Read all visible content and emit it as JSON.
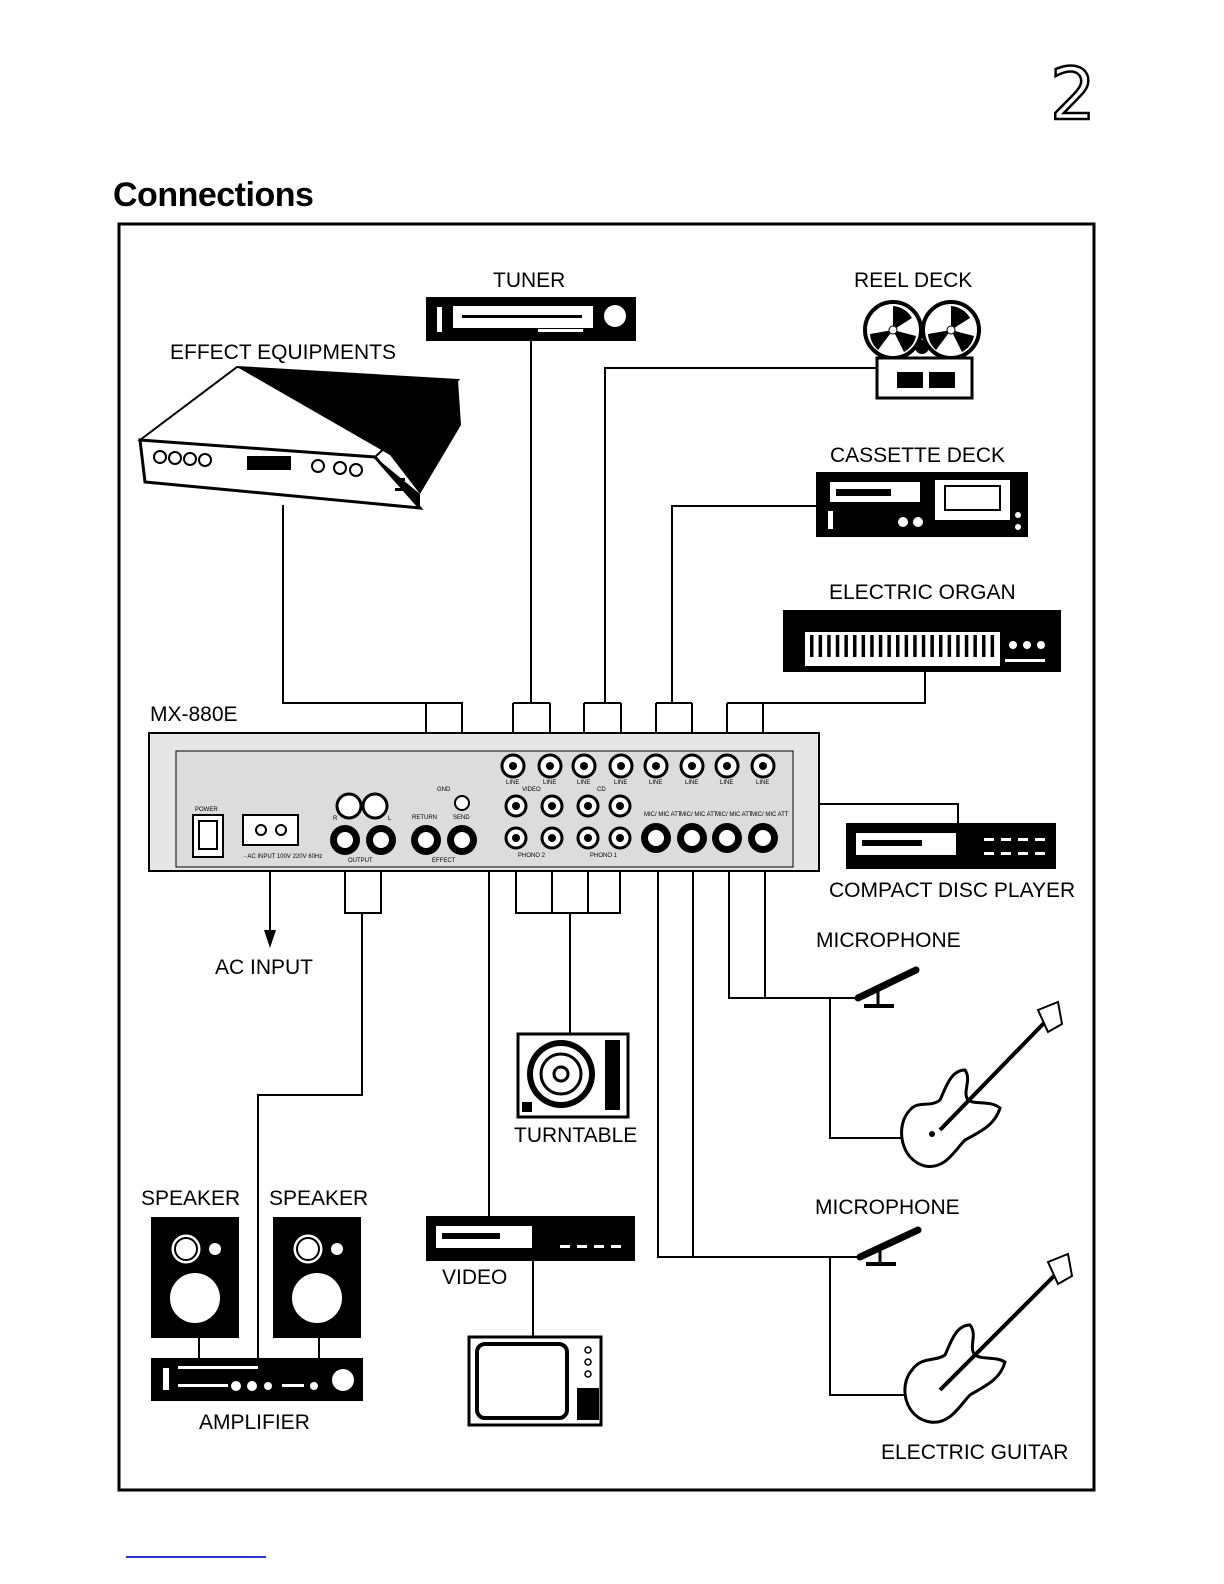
{
  "page": {
    "number": "2",
    "title": "Connections"
  },
  "mixer": {
    "model": "MX-880E",
    "power_label": "POWER",
    "ac_input_label": "- AC INPUT\n100V 220V 60Hz",
    "output_label": "OUTPUT",
    "r_label": "R",
    "l_label": "L",
    "return_label": "RETURN",
    "send_label": "SEND",
    "effect_label": "EFFECT",
    "gnd_label": "GND",
    "video_label": "VIDEO",
    "cd_label": "CD",
    "phono2_label": "PHONO 2",
    "phono1_label": "PHONO 1",
    "line_labels": [
      "LINE",
      "LINE",
      "LINE",
      "LINE",
      "LINE",
      "LINE",
      "LINE",
      "LINE"
    ],
    "mic_labels": [
      "MIC/ MIC ATT",
      "MIC/ MIC ATT",
      "MIC/ MIC ATT",
      "MIC/ MIC ATT"
    ]
  },
  "devices": {
    "tuner": "TUNER",
    "reel_deck": "REEL DECK",
    "effect_equipments": "EFFECT  EQUIPMENTS",
    "cassette_deck": "CASSETTE DECK",
    "electric_organ": "ELECTRIC ORGAN",
    "compact_disc_player": "COMPACT DISC PLAYER",
    "microphone_1": "MICROPHONE",
    "microphone_2": "MICROPHONE",
    "ac_input": "AC INPUT",
    "turntable": "TURNTABLE",
    "speaker_left": "SPEAKER",
    "speaker_right": "SPEAKER",
    "amplifier": "AMPLIFIER",
    "video": "VIDEO",
    "electric_guitar": "ELECTRIC GUITAR"
  }
}
